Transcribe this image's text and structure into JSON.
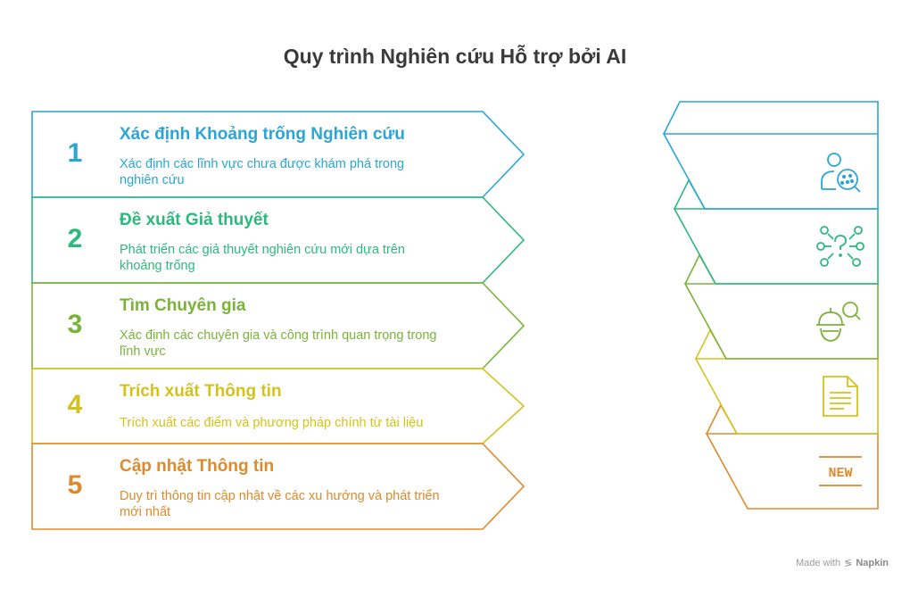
{
  "title": "Quy trình Nghiên cứu Hỗ trợ bởi AI",
  "steps": [
    {
      "number": "1",
      "title": "Xác định Khoảng trống Nghiên cứu",
      "description": "Xác định các lĩnh vực chưa được khám phá trong nghiên cứu",
      "color": "#2aa6d6",
      "icon": "researcher-search-icon"
    },
    {
      "number": "2",
      "title": "Đề xuất Giả thuyết",
      "description": "Phát triển các giả thuyết nghiên cứu mới dựa trên khoảng trống",
      "color": "#2db87d",
      "icon": "hypothesis-network-icon"
    },
    {
      "number": "3",
      "title": "Tìm Chuyên gia",
      "description": "Xác định các chuyên gia và công trình quan trọng trong lĩnh vực",
      "color": "#7ab33a",
      "icon": "expert-search-icon"
    },
    {
      "number": "4",
      "title": "Trích xuất Thông tin",
      "description": "Trích xuất các điểm và phương pháp chính từ tài liệu",
      "color": "#d4c21c",
      "icon": "document-icon"
    },
    {
      "number": "5",
      "title": "Cập nhật Thông tin",
      "description": "Duy trì thông tin cập nhật về các xu hướng và phát triển mới nhất",
      "color": "#dd8a2c",
      "icon": "new-badge-icon"
    }
  ],
  "icon_text": {
    "new": "NEW"
  },
  "footer": {
    "made_with": "Made with",
    "brand": "Napkin"
  }
}
